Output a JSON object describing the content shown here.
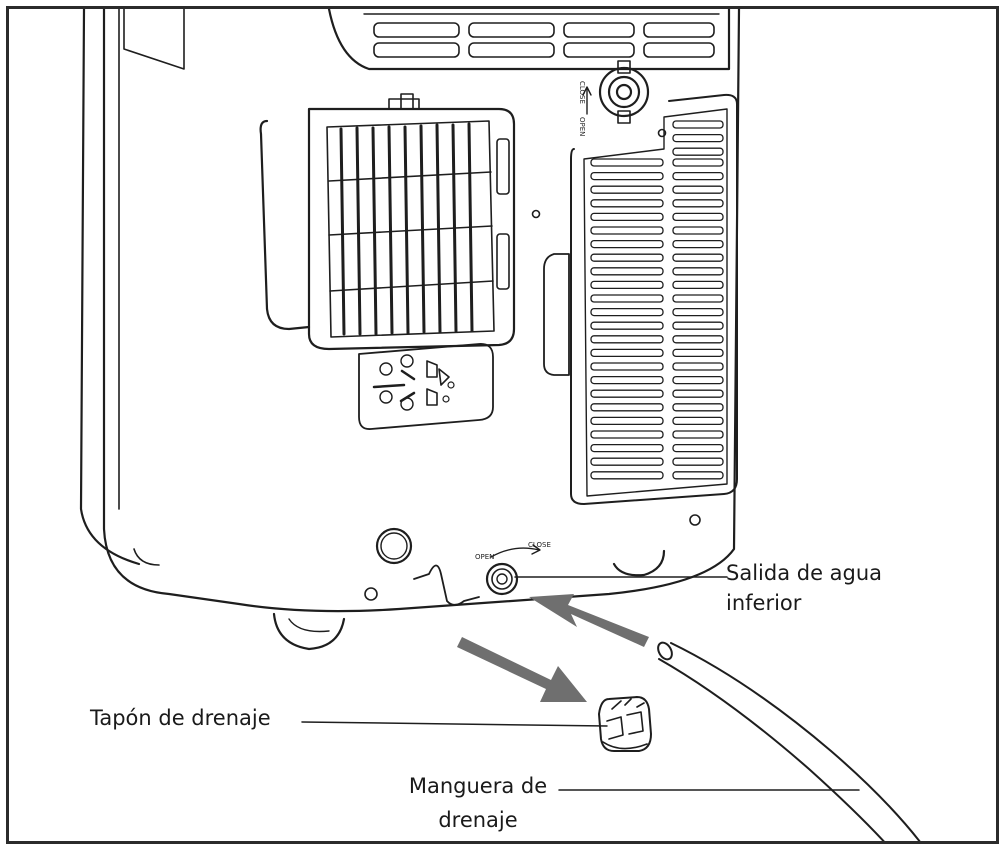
{
  "labels": {
    "outlet": {
      "line1": "Salida de agua",
      "line2": "inferior"
    },
    "plug": "Tapón de drenaje",
    "hose": {
      "line1": "Manguera de",
      "line2": "drenaje"
    }
  },
  "valve_marks": {
    "top_close": "CLOSE",
    "top_open": "OPEN",
    "bottom_open": "OPEN",
    "bottom_close": "CLOSE"
  },
  "colors": {
    "line": "#1e1e1e",
    "arrow": "#6f6f6f",
    "border": "#2b2b2b",
    "background": "#ffffff"
  }
}
